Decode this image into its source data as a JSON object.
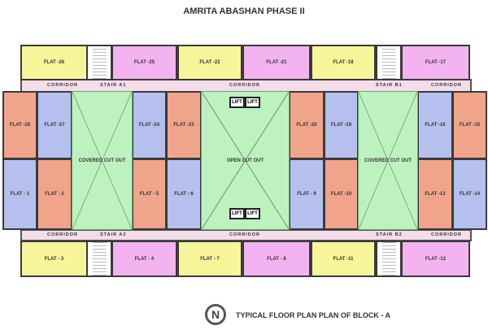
{
  "title": "AMRITA ABASHAN PHASE II",
  "footer_title": "TYPICAL FLOOR PLAN PLAN OF BLOCK - A",
  "colors": {
    "yellow": "#f7f59a",
    "pink": "#f3b3f0",
    "orange": "#f0a58a",
    "blue": "#b6c0ee",
    "green": "#bdf1c0",
    "corridor": "#f3dde9"
  },
  "top_wing": [
    {
      "label": "FLAT -26",
      "color": "yellow"
    },
    {
      "label": "FLAT -25",
      "color": "pink"
    },
    {
      "label": "FLAT -22",
      "color": "yellow"
    },
    {
      "label": "FLAT -21",
      "color": "pink"
    },
    {
      "label": "FLAT -18",
      "color": "yellow"
    },
    {
      "label": "FLAT -17",
      "color": "pink"
    }
  ],
  "upper_row": [
    {
      "label": "FLAT -28",
      "color": "orange"
    },
    {
      "label": "FLAT -27",
      "color": "blue"
    },
    {
      "label": "FLAT -24",
      "color": "blue"
    },
    {
      "label": "FLAT -23",
      "color": "orange"
    },
    {
      "label": "FLAT -20",
      "color": "orange"
    },
    {
      "label": "FLAT -19",
      "color": "blue"
    },
    {
      "label": "FLAT -16",
      "color": "blue"
    },
    {
      "label": "FLAT -15",
      "color": "orange"
    }
  ],
  "lower_row": [
    {
      "label": "FLAT - 1",
      "color": "blue"
    },
    {
      "label": "FLAT - 2",
      "color": "orange"
    },
    {
      "label": "FLAT - 5",
      "color": "orange"
    },
    {
      "label": "FLAT - 6",
      "color": "blue"
    },
    {
      "label": "FLAT - 9",
      "color": "blue"
    },
    {
      "label": "FLAT -10",
      "color": "orange"
    },
    {
      "label": "FLAT -13",
      "color": "orange"
    },
    {
      "label": "FLAT -14",
      "color": "blue"
    }
  ],
  "bottom_wing": [
    {
      "label": "FLAT - 3",
      "color": "yellow"
    },
    {
      "label": "FLAT - 4",
      "color": "pink"
    },
    {
      "label": "FLAT - 7",
      "color": "yellow"
    },
    {
      "label": "FLAT - 8",
      "color": "pink"
    },
    {
      "label": "FLAT -11",
      "color": "yellow"
    },
    {
      "label": "FLAT -12",
      "color": "pink"
    }
  ],
  "cutouts": [
    "COVERED CUT OUT",
    "OPEN CUT OUT",
    "COVERED CUT OUT"
  ],
  "top_corridor_labels": [
    "CORRIDOR",
    "STAIR A1",
    "CORRIDOR",
    "STAIR B1",
    "CORRIDOR"
  ],
  "bottom_corridor_labels": [
    "CORRIDOR",
    "STAIR A2",
    "CORRIDOR",
    "STAIR B2",
    "CORRIDOR"
  ],
  "lift_label": "LIFT"
}
